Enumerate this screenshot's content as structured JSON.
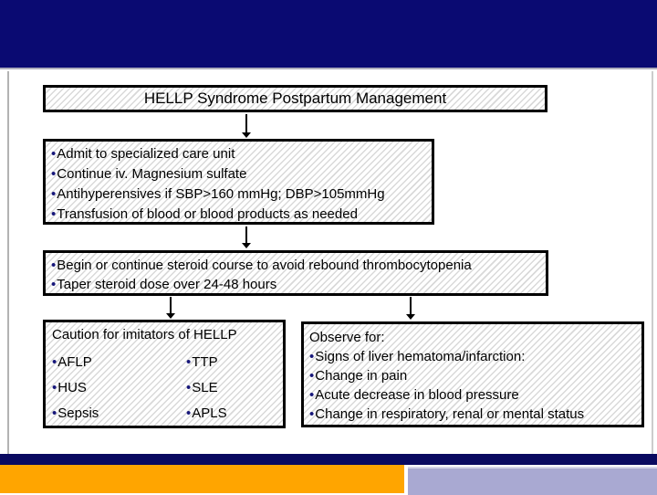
{
  "glyphs": {
    "bullet": "•"
  },
  "colors": {
    "header_navy": "#0a0a72",
    "footer_navy": "#0a0a60",
    "accent_orange": "#ffa500",
    "accent_lavender": "#a9a9d2"
  },
  "slide": {
    "title": "HELLP Syndrome Postpartum Management",
    "care_box": {
      "items": [
        "Admit to specialized care unit",
        "Continue iv. Magnesium sulfate",
        "Antihyperensives if SBP>160 mmHg; DBP>105mmHg",
        "Transfusion of blood or blood products as needed"
      ]
    },
    "steroid_box": {
      "items": [
        "Begin or continue steroid course to avoid rebound thrombocytopenia",
        "Taper steroid dose over 24-48 hours"
      ]
    },
    "imitators_box": {
      "heading": "Caution for imitators of HELLP",
      "left_column": [
        "AFLP",
        "HUS",
        "Sepsis"
      ],
      "right_column": [
        "TTP",
        "SLE",
        "APLS"
      ]
    },
    "observe_box": {
      "heading": "Observe for:",
      "items": [
        "Signs of liver hematoma/infarction:",
        "Change in pain",
        "Acute decrease in blood pressure",
        "Change in respiratory, renal or mental status"
      ]
    }
  }
}
